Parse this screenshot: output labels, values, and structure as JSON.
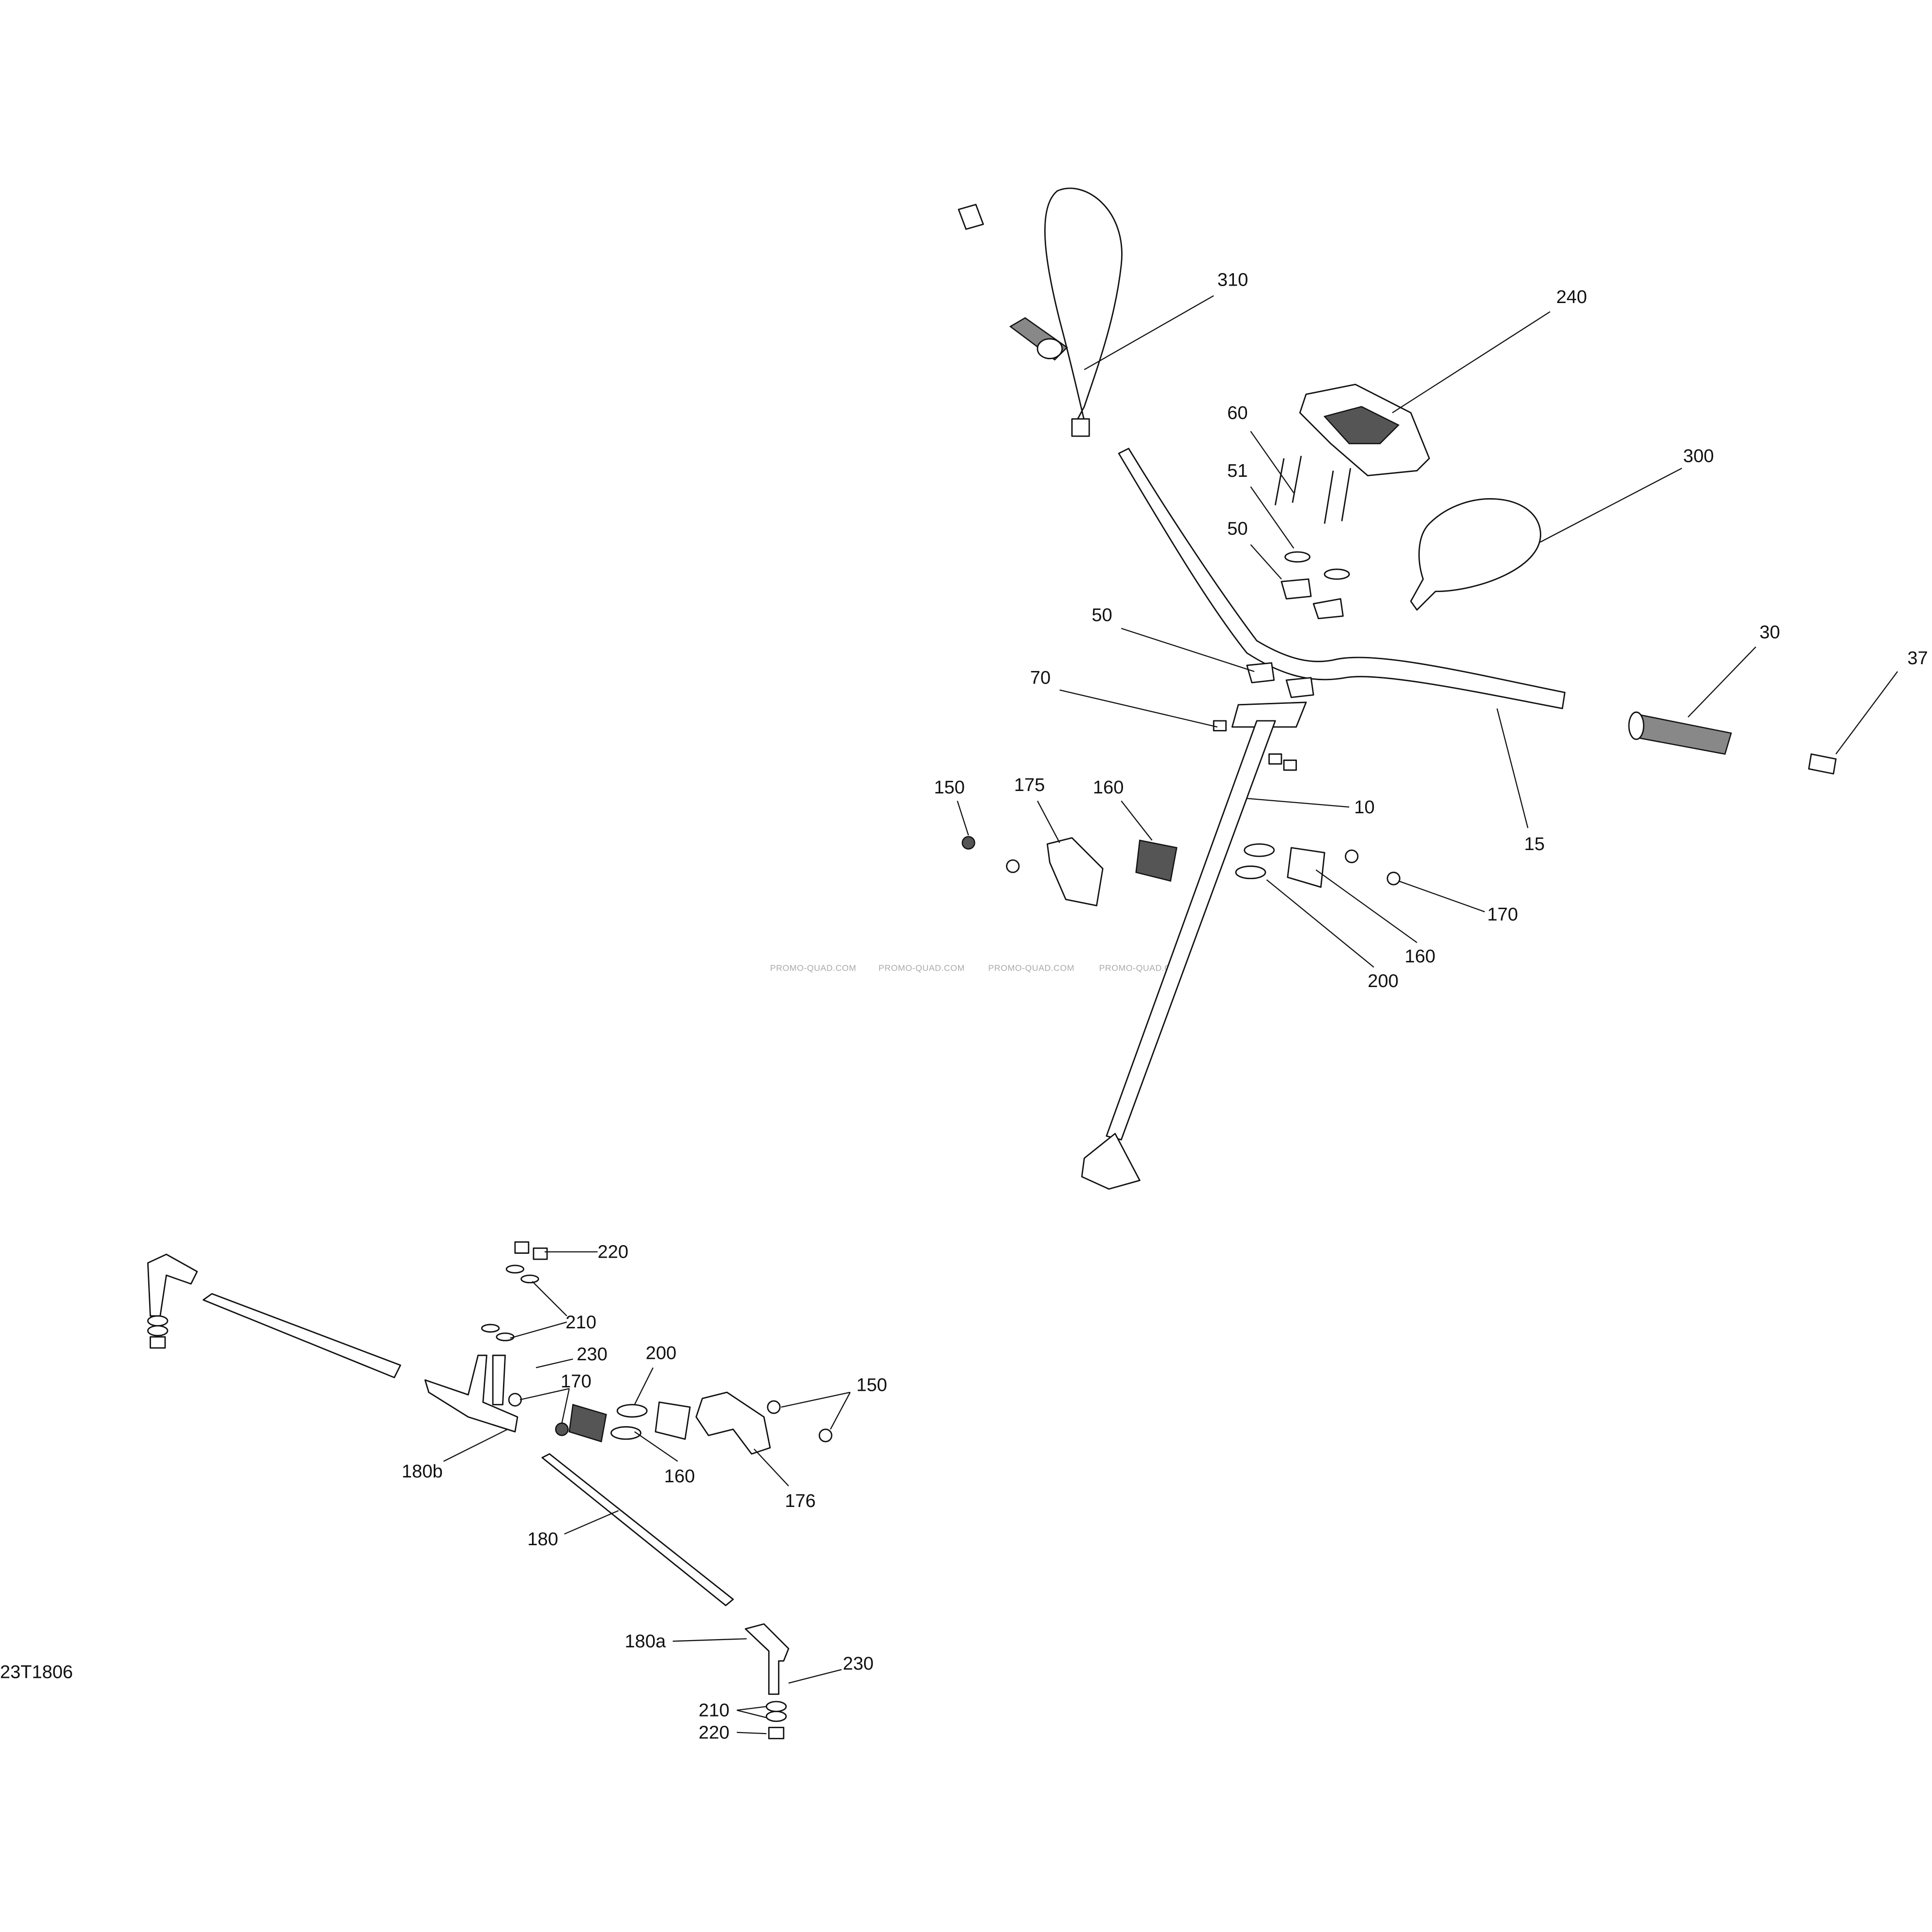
{
  "diagram_id": "23T1806",
  "watermark": [
    "PROMO-QUAD.COM",
    "PROMO-QUAD.COM",
    "PROMO-QUAD.COM",
    "PROMO-QUAD.COM"
  ],
  "callouts": {
    "c310": "310",
    "c240": "240",
    "c60": "60",
    "c51": "51",
    "c50a": "50",
    "c300": "300",
    "c50b": "50",
    "c30": "30",
    "c37": "37",
    "c70": "70",
    "c10": "10",
    "c15": "15",
    "c150a": "150",
    "c175": "175",
    "c160a": "160",
    "c170a": "170",
    "c160b": "160",
    "c200a": "200",
    "c220a": "220",
    "c210a": "210",
    "c230a": "230",
    "c200b": "200",
    "c170b": "170",
    "c150b": "150",
    "c180b": "180b",
    "c160c": "160",
    "c176": "176",
    "c180": "180",
    "c180a": "180a",
    "c230b": "230",
    "c210b": "210",
    "c220b": "220"
  }
}
